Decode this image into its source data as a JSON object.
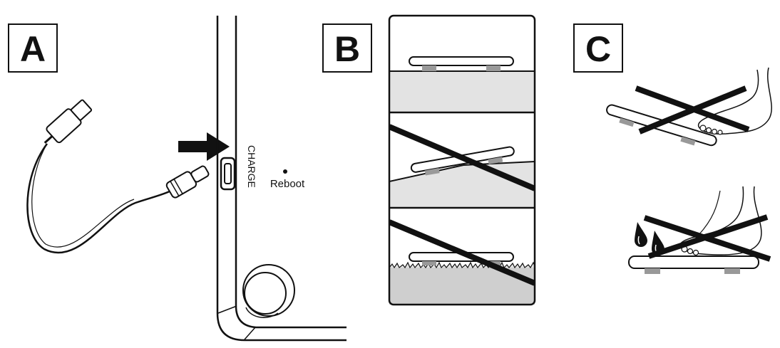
{
  "panels": [
    {
      "letter": "A"
    },
    {
      "letter": "B"
    },
    {
      "letter": "C"
    }
  ],
  "device": {
    "port_label": "CHARGE",
    "reboot_label": "Reboot"
  },
  "colors": {
    "ink": "#111111",
    "floor_gray": "#e3e3e3",
    "foot_gray": "#999999"
  },
  "icons": [
    "usb-c-cable-icon",
    "arrow-right-icon",
    "water-drops-icon",
    "bare-foot-icon",
    "cross-out-icon"
  ]
}
